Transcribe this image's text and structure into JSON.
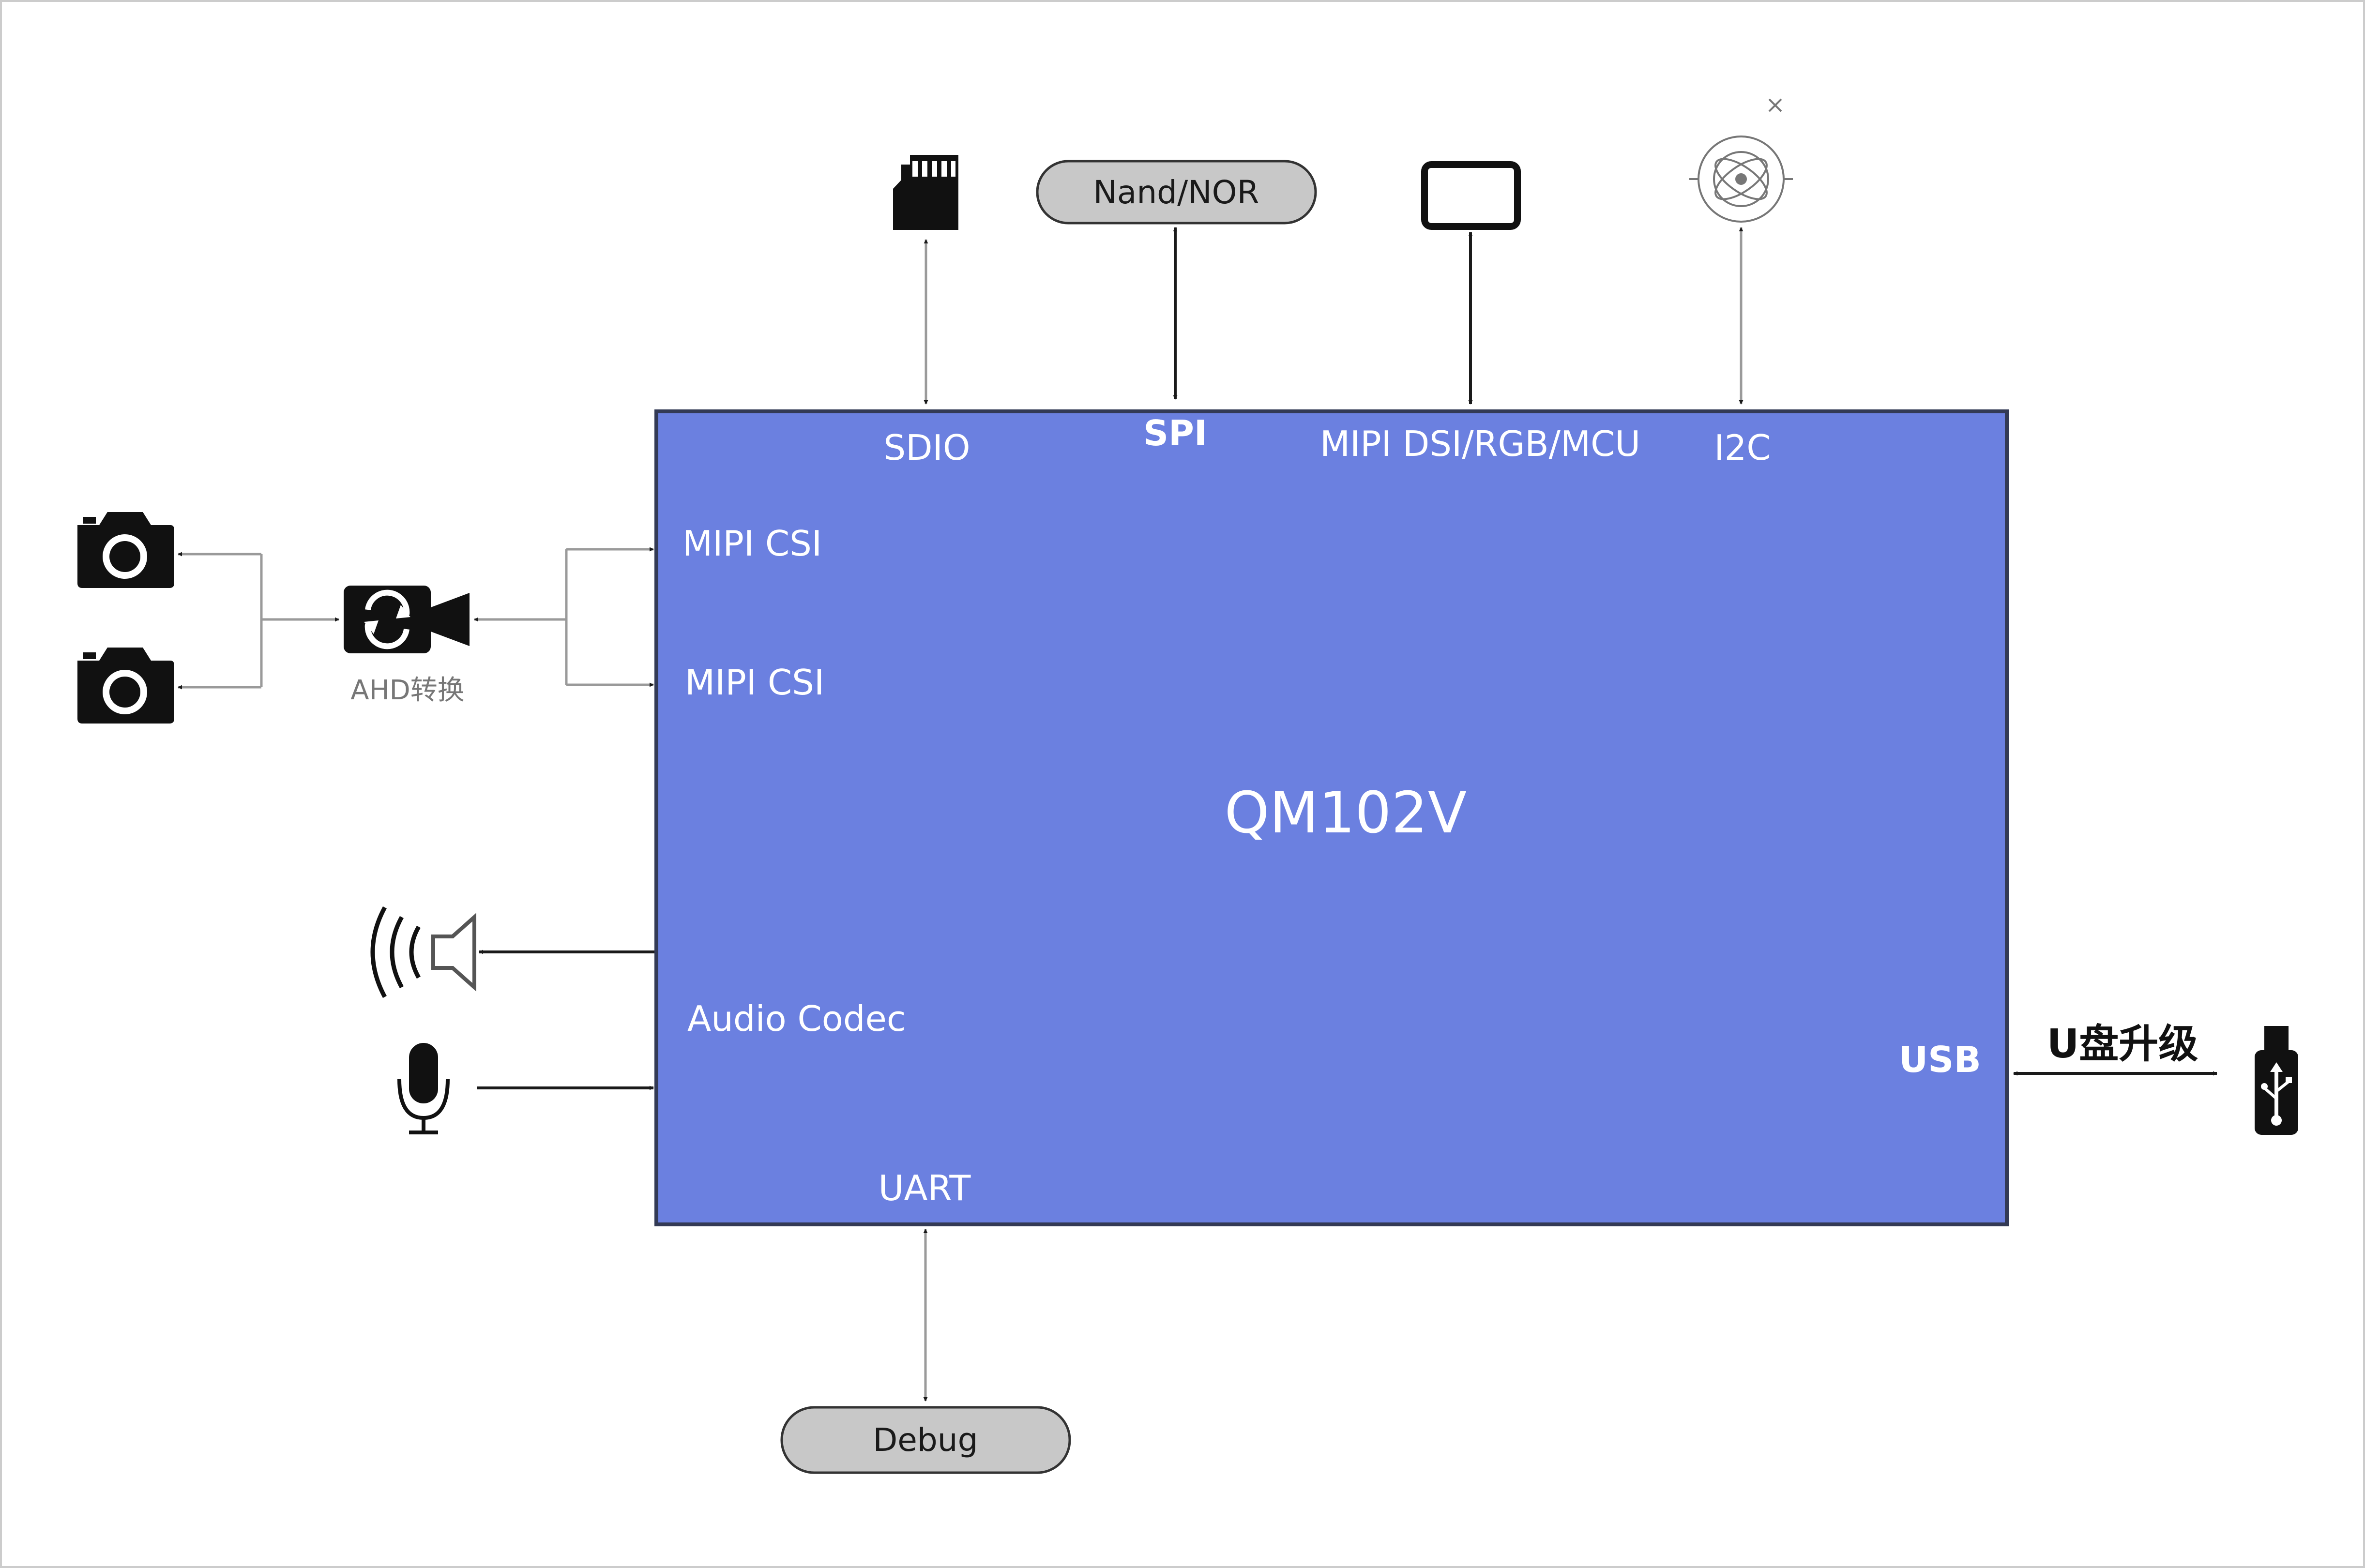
{
  "chip": {
    "name": "QM102V",
    "color": "#6b80e0",
    "interfaces": {
      "sdio": "SDIO",
      "spi": "SPI",
      "display": "MIPI DSI/RGB/MCU",
      "i2c": "I2C",
      "mipi_csi_1": "MIPI CSI",
      "mipi_csi_2": "MIPI CSI",
      "audio_codec": "Audio Codec",
      "uart": "UART",
      "usb": "USB"
    }
  },
  "peripherals": {
    "nand_nor": "Nand/NOR",
    "debug": "Debug",
    "ahd_converter": "AHD转换",
    "usb_upgrade": "U盘升级"
  },
  "icons": {
    "sd_card": "sd-card-icon",
    "display": "display-icon",
    "sensor": "gyro-sensor-icon",
    "camera_top": "camera-icon",
    "camera_bottom": "camera-icon",
    "ahd_cam": "video-camera-icon",
    "speaker": "speaker-icon",
    "microphone": "microphone-icon",
    "usb_drive": "usb-drive-icon"
  }
}
